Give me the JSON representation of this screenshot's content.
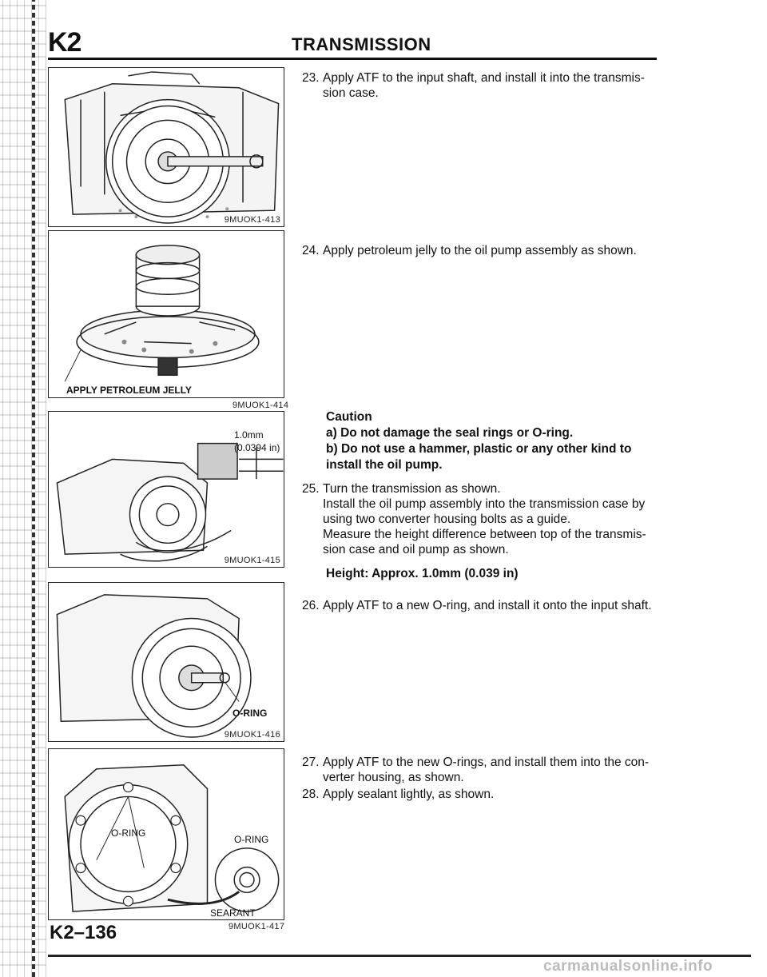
{
  "header": {
    "section_code": "K2",
    "title": "TRANSMISSION"
  },
  "figures": [
    {
      "code": "9MUOK1-413",
      "labels": []
    },
    {
      "code": "9MUOK1-414",
      "labels": [
        "APPLY PETROLEUM JELLY"
      ]
    },
    {
      "code": "9MUOK1-415",
      "labels": [
        "1.0mm",
        "(0.0394 in)"
      ]
    },
    {
      "code": "9MUOK1-416",
      "labels": [
        "O-RING"
      ]
    },
    {
      "code": "9MUOK1-417",
      "labels": [
        "O-RING",
        "O-RING",
        "SEARANT"
      ]
    }
  ],
  "steps": [
    {
      "num": "23.",
      "text": "Apply ATF to the input shaft, and install it into the transmis-sion case."
    },
    {
      "num": "24.",
      "text": "Apply petroleum jelly to the oil pump assembly as shown."
    },
    {
      "num": "25.",
      "lines": [
        "Turn the transmission as shown.",
        "Install the oil pump assembly into the transmission case by using two converter housing bolts as a guide.",
        "Measure the height difference between top of the transmis-sion case and oil pump as shown."
      ]
    },
    {
      "num": "26.",
      "text": "Apply ATF to a new O-ring, and install it onto the input shaft."
    },
    {
      "num": "27.",
      "text": "Apply ATF to the new O-rings, and install them into the con-verter housing, as shown."
    },
    {
      "num": "28.",
      "text": "Apply sealant lightly, as shown."
    }
  ],
  "caution": {
    "title": "Caution",
    "items": [
      {
        "marker": "a)",
        "text": "Do not damage the seal rings or O-ring."
      },
      {
        "marker": "b)",
        "text": "Do not use a hammer, plastic or any other kind to install the oil pump."
      }
    ]
  },
  "spec": "Height: Approx. 1.0mm (0.039 in)",
  "footer": {
    "page_number": "K2–136",
    "watermark": "carmanualsonline.info"
  }
}
